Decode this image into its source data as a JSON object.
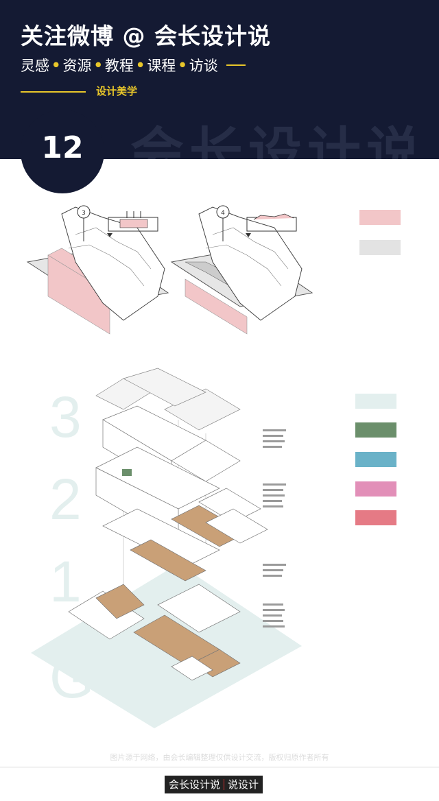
{
  "header": {
    "title": "关注微博 @ 会长设计说",
    "subtitle_items": [
      "灵感",
      "资源",
      "教程",
      "课程",
      "访谈"
    ],
    "separator": "•",
    "category": "设计美学",
    "watermark": "会长设计说",
    "badge_number": "12"
  },
  "colors": {
    "header_bg": "#141a33",
    "accent": "#e9c72a",
    "pink": "#f2c6c8",
    "grey": "#e3e3e3",
    "pale_teal": "#e3efee",
    "green": "#6b8f6b",
    "blue": "#6ab2c8",
    "magenta": "#e28fb8",
    "red": "#e57a85",
    "wood": "#c9a077"
  },
  "diagram": {
    "step_labels": [
      "3",
      "4"
    ],
    "floor_labels": [
      "3",
      "2",
      "1",
      "G"
    ],
    "legend_swatches_top": [
      "pink",
      "grey"
    ],
    "legend_swatches_bottom": [
      "pale_teal",
      "green",
      "blue",
      "magenta",
      "red"
    ]
  },
  "footer": {
    "note": "图片源于网络，由会长编辑整理仅供设计交流，版权归原作者所有",
    "brand_left": "会长设计说",
    "brand_right": "说设计"
  }
}
